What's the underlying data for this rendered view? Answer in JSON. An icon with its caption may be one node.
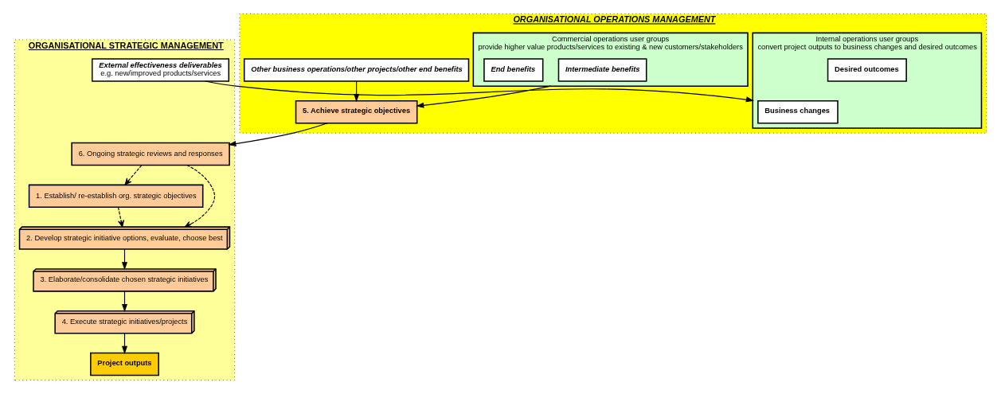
{
  "diagram": {
    "nodes": [
      {
        "text": [
          "ORGANISATIONAL STRATEGIC MANAGEMENT"
        ]
      },
      {
        "text": [
          "1. Establish/ re-establish org. strategic objectives"
        ],
        "in": 0
      },
      {
        "text": [
          "6. Ongoing strategic reviews and responses"
        ],
        "in": 0
      },
      {
        "text": [
          "2. Develop strategic initiative options, evaluate, choose best"
        ],
        "in": 0
      },
      {
        "text": [
          "3. Elaborate/consolidate chosen strategic initiatives"
        ],
        "in": 0
      },
      {
        "text": [
          "4. Execute strategic initiatives/projects"
        ],
        "in": 0
      },
      {
        "text": [
          "External effectiveness deliverables",
          "e.g. new/improved products/services"
        ],
        "in": 0
      },
      {
        "text": [
          "Project outputs"
        ],
        "in": 0
      },
      {
        "text": [
          "ORGANISATIONAL OPERATIONS MANAGEMENT"
        ]
      },
      {
        "text": [
          "5. Achieve strategic objectives"
        ],
        "in": 8
      },
      {
        "text": [
          "Other business operations/other projects/other end benefits"
        ],
        "in": 8
      },
      {
        "text": [
          "Internal operations user groups",
          "convert project outputs to business changes and desired outcomes"
        ],
        "in": 8
      },
      {
        "text": [
          "Business changes"
        ],
        "in": 11
      },
      {
        "text": [
          "Desired outcomes"
        ],
        "in": 11
      },
      {
        "text": [
          "Commercial operations user groups",
          "provide higher value products/services to existing & new customers/stakeholders"
        ],
        "in": 8
      },
      {
        "text": [
          "Intermediate benefits"
        ],
        "in": 14
      },
      {
        "text": [
          "End benefits"
        ],
        "in": 14
      }
    ],
    "edges": [
      {
        "from": 2,
        "to": 1,
        "arrow": "to",
        "style": "dashed"
      },
      {
        "from": 1,
        "to": 3,
        "arrow": "to",
        "style": "dashed"
      },
      {
        "from": 2,
        "to": 3,
        "arrow": "to",
        "style": "dashed"
      },
      {
        "from": 3,
        "to": 4,
        "arrow": "to"
      },
      {
        "from": 4,
        "to": 5,
        "arrow": "to"
      },
      {
        "from": 5,
        "to": 7,
        "arrow": "to"
      },
      {
        "from": 6,
        "to": 11,
        "arrow": "to"
      },
      {
        "from": 9,
        "to": 2,
        "arrow": "to"
      },
      {
        "from": 14,
        "to": 9,
        "arrow": "to"
      },
      {
        "from": 10,
        "to": 9,
        "arrow": "to"
      }
    ]
  }
}
